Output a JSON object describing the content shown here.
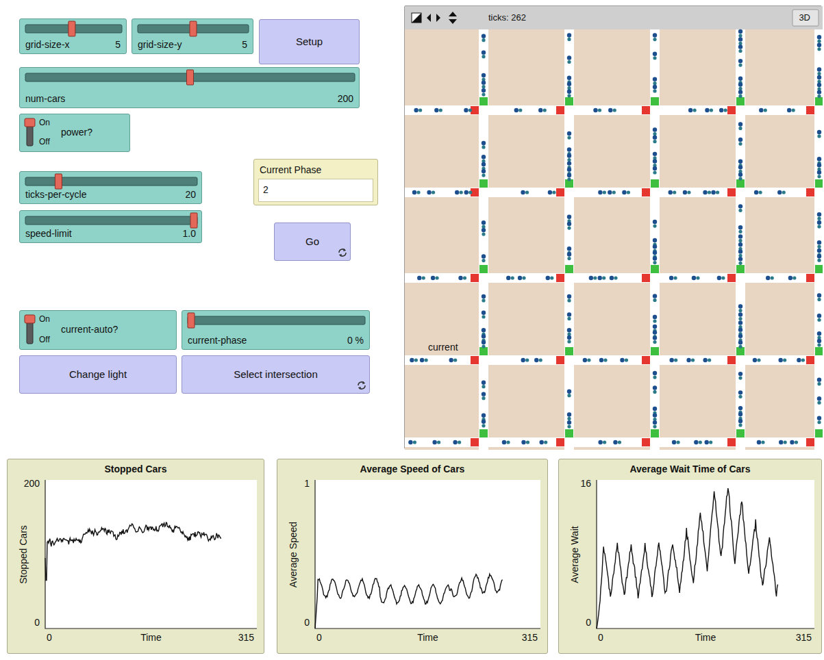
{
  "diagram": {
    "nodes": [
      {
        "text": [
          "grid-size-x",
          "5"
        ]
      },
      {
        "text": [
          "grid-size-y",
          "5"
        ]
      },
      {
        "text": [
          "Setup"
        ]
      },
      {
        "text": [
          "num-cars",
          "200"
        ]
      },
      {
        "text": [
          "On",
          "Off",
          "power?"
        ]
      },
      {
        "text": [
          "ticks-per-cycle",
          "20"
        ]
      },
      {
        "text": [
          "Current Phase",
          "2"
        ]
      },
      {
        "text": [
          "speed-limit",
          "1.0"
        ]
      },
      {
        "text": [
          "Go"
        ]
      },
      {
        "text": [
          "On",
          "Off",
          "current-auto?"
        ]
      },
      {
        "text": [
          "current-phase",
          "0 %"
        ]
      },
      {
        "text": [
          "Change light"
        ]
      },
      {
        "text": [
          "Select intersection"
        ]
      },
      {
        "text": [
          "ticks: 262",
          "3D",
          "current"
        ]
      },
      {
        "text": [
          "Stopped Cars",
          "200",
          "0",
          "Stopped Cars",
          "0",
          "Time",
          "315"
        ]
      },
      {
        "text": [
          "Average Speed of Cars",
          "1",
          "0",
          "Average Speed",
          "0",
          "Time",
          "315"
        ]
      },
      {
        "text": [
          "Average Wait Time of Cars",
          "16",
          "0",
          "Average Wait",
          "0",
          "Time",
          "315"
        ]
      }
    ]
  }
}
